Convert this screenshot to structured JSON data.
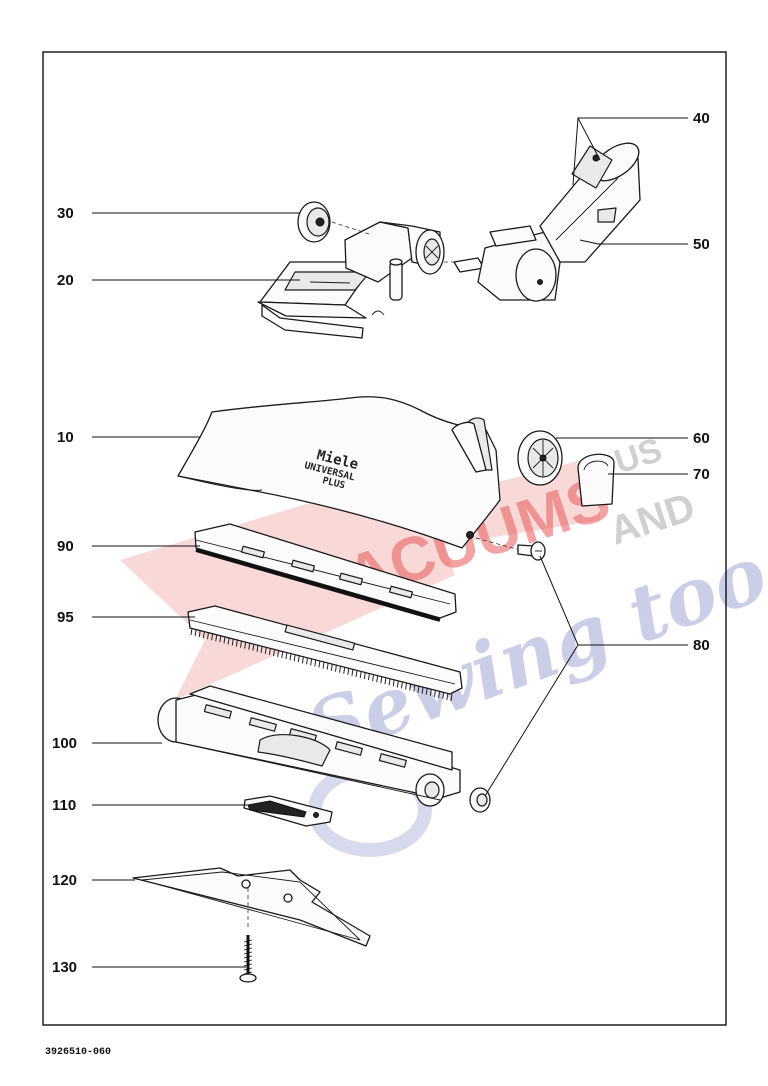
{
  "diagram": {
    "part_labels": {
      "p10": "10",
      "p20": "20",
      "p30": "30",
      "p40": "40",
      "p50": "50",
      "p60": "60",
      "p70": "70",
      "p80": "80",
      "p90": "90",
      "p95": "95",
      "p100": "100",
      "p110": "110",
      "p120": "120",
      "p130": "130"
    },
    "cover_branding": {
      "brand": "Miele",
      "model_line1": "UNIVERSAL",
      "model_line2": "PLUS"
    },
    "document_code": "3926510-060"
  },
  "watermark": {
    "line1": "ACUUMS",
    "line1_suffix": "N-US",
    "line2": "AND",
    "line3": "Sewing too",
    "colors": {
      "red": "#e85a5a",
      "pink": "#f7c8c8",
      "blue": "#8c95c8",
      "gray": "#999999"
    }
  }
}
